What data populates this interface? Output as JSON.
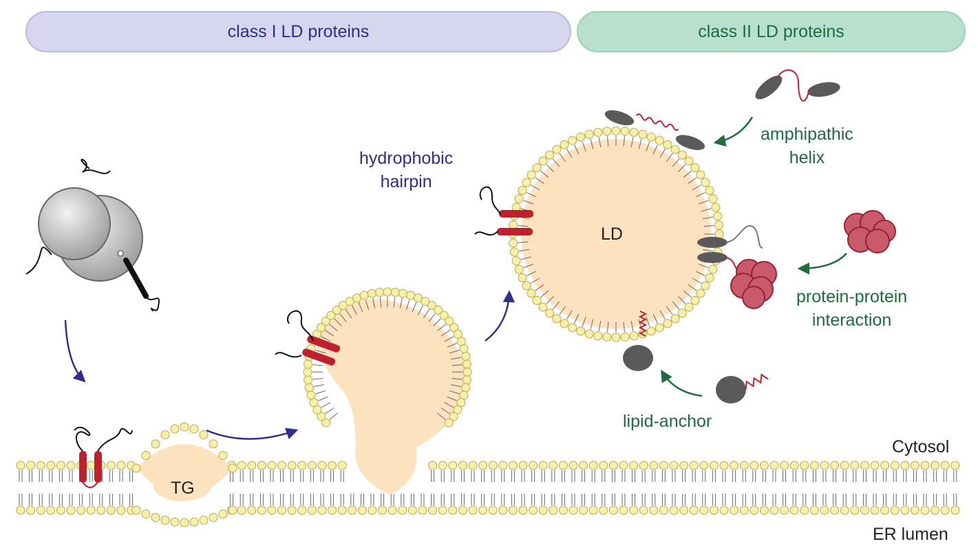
{
  "banners": {
    "class1": "class I LD proteins",
    "class2": "class II LD proteins"
  },
  "labels": {
    "hairpin_line1": "hydrophobic",
    "hairpin_line2": "hairpin",
    "amphipathic_line1": "amphipathic",
    "amphipathic_line2": "helix",
    "ppi_line1": "protein-protein",
    "ppi_line2": "interaction",
    "lipid_anchor": "lipid-anchor",
    "ld": "LD",
    "tg": "TG",
    "cytosol": "Cytosol",
    "er_lumen": "ER lumen"
  },
  "colors": {
    "class1_text": "#2e2e8c",
    "class2_text": "#1e6b3e",
    "lipid_head": "#f7efaa",
    "lipid_core": "#fde2c0",
    "hairpin": "#c0202e",
    "grey_protein": "#666666"
  },
  "icons": [
    "ribosome-icon",
    "hairpin-protein-icon",
    "amphipathic-helix-protein-icon",
    "protein-cluster-icon",
    "lipid-anchored-protein-icon"
  ]
}
